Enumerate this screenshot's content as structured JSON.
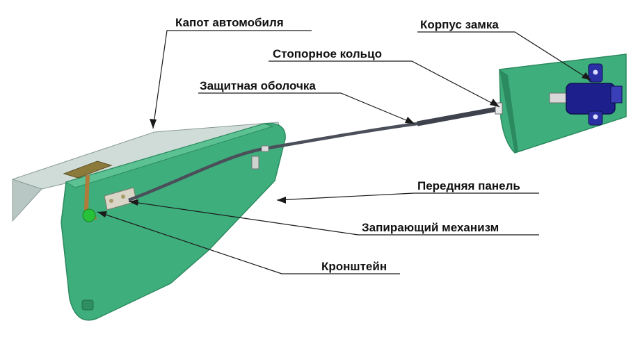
{
  "labels": {
    "hood": "Капот автомобиля",
    "lock_body": "Корпус замка",
    "stop_ring": "Стопорное кольцо",
    "sheath": "Защитная оболочка",
    "front_panel": "Передняя панель",
    "locking_mechanism": "Запирающий механизм",
    "bracket": "Кронштейн"
  },
  "colors": {
    "panel_green": "#3fae7d",
    "panel_dark": "#2b8a5f",
    "hood_gray": "#c9d6d2",
    "lock_blue": "#1c1f8c",
    "cable": "#4a4f5a"
  }
}
